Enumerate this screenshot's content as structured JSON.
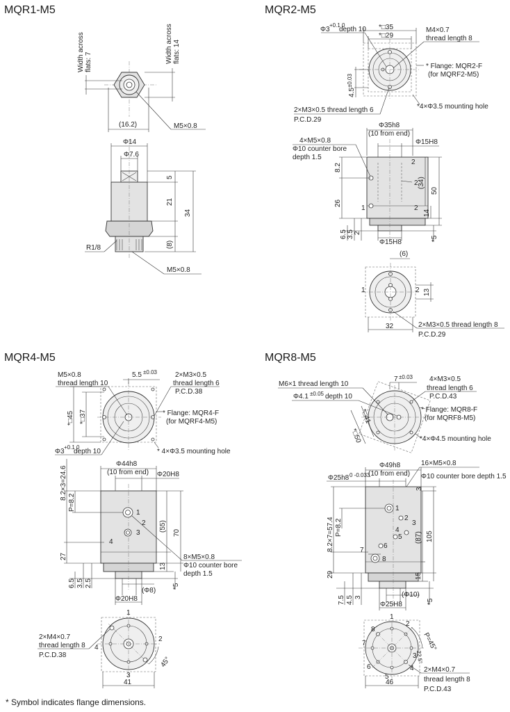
{
  "footnote": "* Symbol indicates flange dimensions.",
  "mqr1": {
    "title": "MQR1-M5",
    "wf7_a": "Width across",
    "wf7_b": "flats: 7",
    "wf14_a": "Width across",
    "wf14_b": "flats: 14",
    "d162": "(16.2)",
    "m5a": "M5×0.8",
    "phi14": "Φ14",
    "phi76": "Φ7.6",
    "d5": "5",
    "d21": "21",
    "d8": "(8)",
    "d34": "34",
    "r18": "R1/8",
    "m5b": "M5×0.8"
  },
  "mqr2": {
    "title": "MQR2-M5",
    "hole_a": "Φ3",
    "hole_a_tol": "+0.1 0",
    "hole_a_b": "depth 10",
    "sq35": "*□35",
    "sq29": "*□29",
    "m4": "M4×0.7",
    "m4b": "thread length 8",
    "flange": "* Flange: MQR2-F",
    "flange_b": "(for MQRF2-M5)",
    "d45": "4.5",
    "d45tol": "±0.03",
    "m3a": "2×M3×0.5 thread length 6",
    "pcd29a": "P.C.D.29",
    "mount": "*4×Φ3.5 mounting hole",
    "phi35h8": "Φ35h8",
    "from_end": "(10 from end)",
    "phi15h8": "Φ15H8",
    "m5x4": "4×M5×0.8",
    "cb": "Φ10 counter bore",
    "cb_b": "depth 1.5",
    "d82": "8.2",
    "d34p": "(34)",
    "d50": "50",
    "d26": "26",
    "d14": "14",
    "d65": "6.5",
    "d35": "3.5",
    "d2": "2",
    "d5s": "*5",
    "n1": "1",
    "n2": "2",
    "phi15h8b": "Φ15H8",
    "d6": "(6)",
    "d13": "13",
    "d32": "32",
    "m3b": "2×M3×0.5 thread length 8",
    "pcd29b": "P.C.D.29"
  },
  "mqr4": {
    "title": "MQR4-M5",
    "m5": "M5×0.8",
    "m5b": "thread length 10",
    "d55": "5.5",
    "d55tol": "±0.03",
    "m3": "2×M3×0.5",
    "m3b": "thread length 6",
    "pcd38": "P.C.D.38",
    "sq45": "*□45",
    "sq37": "*□37",
    "flange": "* Flange: MQR4-F",
    "flange_b": "(for MQRF4-M5)",
    "hole": "Φ3",
    "hole_tol": "+0.1 0",
    "hole_b": "depth 10",
    "mount": "* 4×Φ3.5 mounting hole",
    "pitch": "8.2×3=24.6",
    "p82": "P=8.2",
    "phi44h8": "Φ44h8",
    "from_end": "(10 from end)",
    "phi20h8": "Φ20H8",
    "n1": "1",
    "n2": "2",
    "n3": "3",
    "n4": "4",
    "d55p": "(55)",
    "d70": "70",
    "d27": "27",
    "d13": "13",
    "m5x8": "8×M5×0.8",
    "cb": "Φ10 counter bore",
    "cb_b": "depth 1.5",
    "d65": "6.5",
    "d35": "3.5",
    "d25": "2.5",
    "phi8": "(Φ8)",
    "d5s": "*5",
    "phi20h8b": "Φ20H8",
    "m4": "2×M4×0.7",
    "m4b": "thread length 8",
    "pcd38b": "P.C.D.38",
    "a45": "45°",
    "d41": "41"
  },
  "mqr8": {
    "title": "MQR8-M5",
    "m6": "M6×1 thread length 10",
    "d7": "7",
    "d7tol": "±0.03",
    "m3": "4×M3×0.5",
    "m3b": "thread length 6",
    "pcd43": "P.C.D.43",
    "hole": "Φ4.1",
    "hole_tol": "±0.05",
    "hole_b": "depth 10",
    "flange": "* Flange: MQR8-F",
    "flange_b": "(for MQRF8-M5)",
    "sq50": "*□50",
    "sq41": "*□41",
    "mount": "*4×Φ4.5 mounting hole",
    "phi49h8": "Φ49h8",
    "from_end": "(10 from end)",
    "phi25h8": "Φ25h8",
    "phi25tol": "0 -0.033",
    "m5x16": "16×M5×0.8",
    "cb": "Φ10 counter bore depth 1.5",
    "d3": "3",
    "pitch": "8.2×7=57.4",
    "p82": "P=8.2",
    "n1": "1",
    "n2": "2",
    "n3": "3",
    "n4": "4",
    "n5": "5",
    "n6": "6",
    "n7": "7",
    "n8": "8",
    "d87": "(87)",
    "d105": "105",
    "d29": "29",
    "d15": "15",
    "d75": "7.5",
    "d45": "4.5",
    "d3b": "3",
    "phi10": "(Φ10)",
    "d5s": "*5",
    "phi25h8b": "Φ25H8",
    "p45": "P=45°",
    "a225": "22.5°",
    "m4": "2×M4×0.7",
    "m4b": "thread length 8",
    "pcd43b": "P.C.D.43",
    "d46": "46"
  }
}
